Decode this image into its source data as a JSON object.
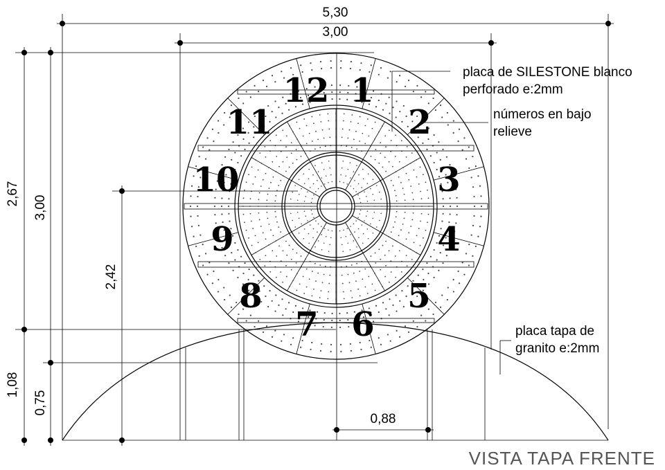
{
  "title": "VISTA TAPA FRENTE",
  "dimensions": {
    "overall_width": "5,30",
    "dial_width": "3,00",
    "height_2_67": "2,67",
    "height_3_00": "3,00",
    "height_2_42": "2,42",
    "height_1_08": "1,08",
    "height_0_75": "0,75",
    "width_0_88": "0,88"
  },
  "notes": {
    "silestone_line1": "placa de SILESTONE blanco",
    "silestone_line2": "perforado e:2mm",
    "numbers_line1": "números en bajo",
    "numbers_line2": "relieve",
    "granite_line1": "placa tapa de",
    "granite_line2": "granito e:2mm"
  },
  "dial_numbers": [
    "12",
    "1",
    "2",
    "3",
    "4",
    "5",
    "6",
    "7",
    "8",
    "9",
    "10",
    "11"
  ]
}
